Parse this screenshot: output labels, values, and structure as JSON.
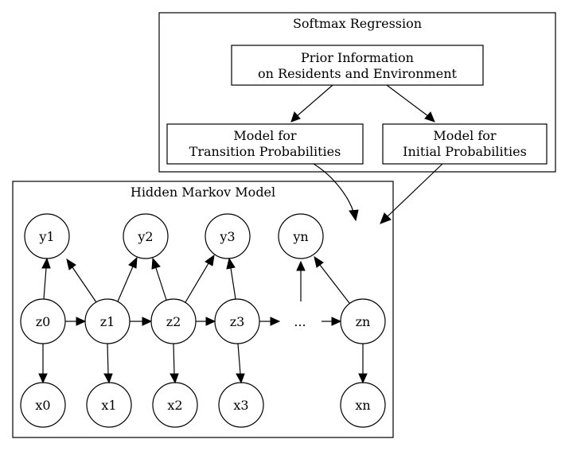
{
  "softmax": {
    "title": "Softmax Regression",
    "prior_line1": "Prior Information",
    "prior_line2": "on Residents and Environment",
    "transition_line1": "Model for",
    "transition_line2": "Transition Probabilities",
    "initial_line1": "Model for",
    "initial_line2": "Initial Probabilities"
  },
  "hmm": {
    "title": "Hidden Markov Model",
    "states": [
      "z0",
      "z1",
      "z2",
      "z3",
      "...",
      "zn"
    ],
    "observations_top": [
      "y1",
      "y2",
      "y3",
      "yn"
    ],
    "observations_bottom": [
      "x0",
      "x1",
      "x2",
      "x3",
      "xn"
    ]
  }
}
